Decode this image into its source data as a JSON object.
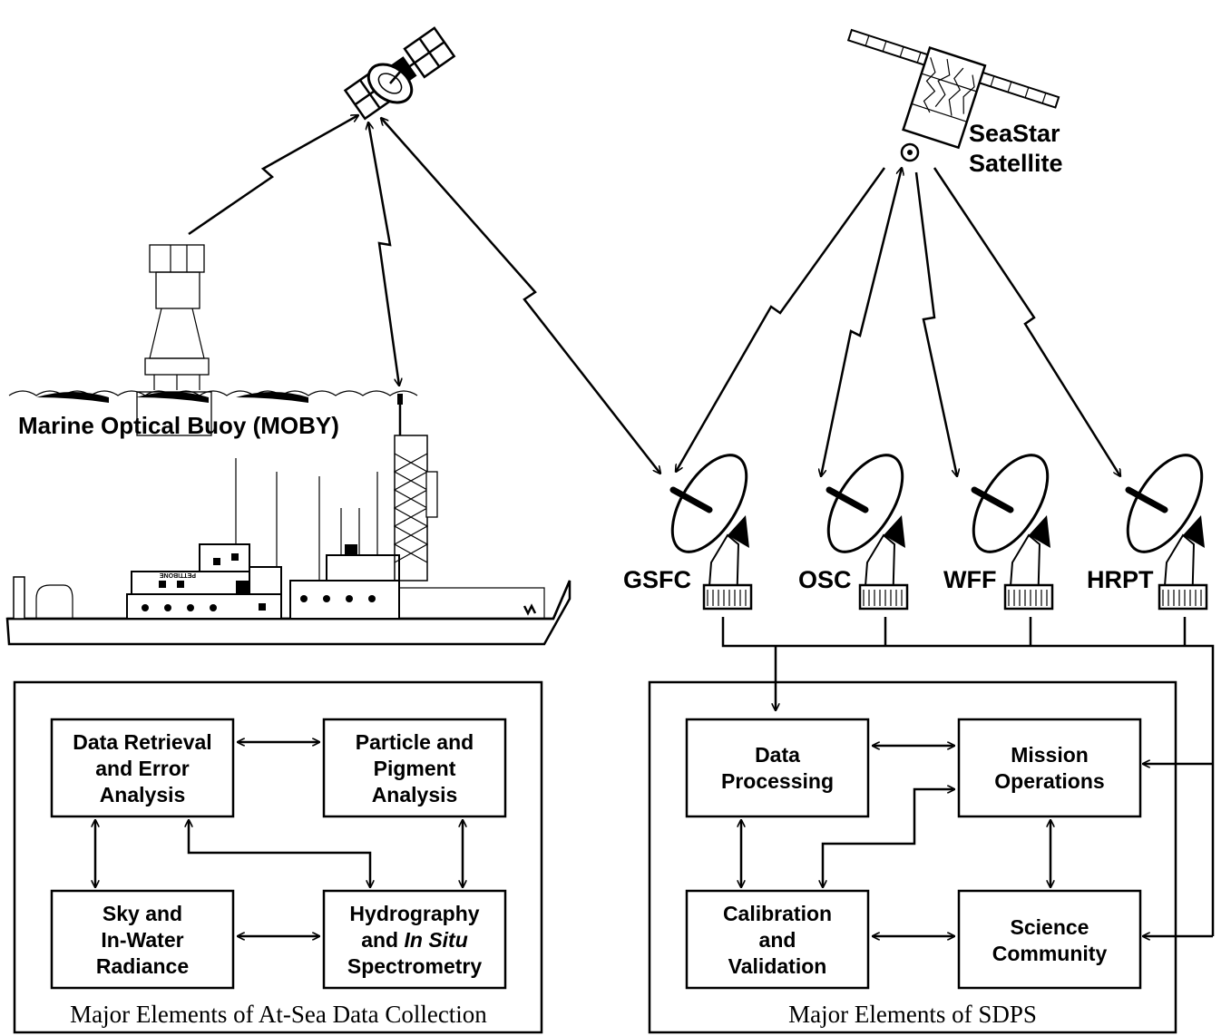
{
  "labels": {
    "seastar": [
      "SeaStar",
      "Satellite"
    ],
    "moby": "Marine Optical Buoy (MOBY)",
    "ship_name": "PETTIBONE",
    "stations": [
      "GSFC",
      "OSC",
      "WFF",
      "HRPT"
    ]
  },
  "at_sea": {
    "caption": "Major Elements of At-Sea Data Collection",
    "boxes": {
      "retrieval": [
        "Data Retrieval",
        "and Error",
        "Analysis"
      ],
      "particle": [
        "Particle and",
        "Pigment",
        "Analysis"
      ],
      "sky": [
        "Sky and",
        "In-Water",
        "Radiance"
      ],
      "hydro_l1": "Hydrography",
      "hydro_l2_pre": "and ",
      "hydro_l2_italic": "In Situ",
      "hydro_l3": "Spectrometry"
    }
  },
  "sdps": {
    "caption": "Major Elements of SDPS",
    "boxes": {
      "processing": [
        "Data",
        "Processing"
      ],
      "mission": [
        "Mission",
        "Operations"
      ],
      "calibration": [
        "Calibration",
        "and",
        "Validation"
      ],
      "science": [
        "Science",
        "Community"
      ]
    }
  }
}
